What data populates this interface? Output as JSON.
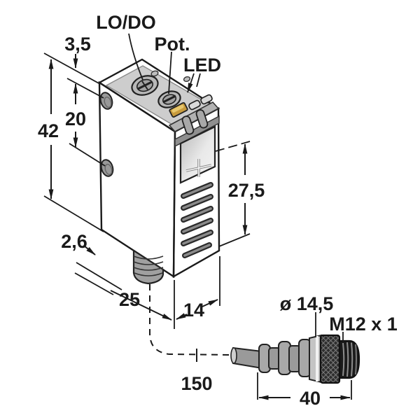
{
  "labels": {
    "output_mode": "LO/DO",
    "potentiometer": "Pot.",
    "led": "LED"
  },
  "dimensions": {
    "housing_height": "42",
    "hole_spacing": "20",
    "hole_offset": "3,5",
    "base_offset": "2,6",
    "housing_depth": "25",
    "housing_width": "14",
    "optical_axis_height": "27,5",
    "cable_length": "150",
    "connector_length": "40",
    "connector_diameter": "ø 14,5",
    "connector_thread": "M12 x 1"
  },
  "colors": {
    "outline": "#1a1a1a",
    "body_left_face": "#a8a8a8",
    "body_right_face": "#9c9c9c",
    "body_top_face": "#c6c6c6",
    "top_panel": "#cdcdcd",
    "chamfer": "#b2b2b2",
    "collar_band": "#8f8f8f",
    "led_amber": "#c79a3c",
    "led_amber_light": "#e7c76d",
    "window_light": "#efefef",
    "window_dark": "#b5b5b5",
    "knurl_dark": "#2d2d2d",
    "thread_dark": "#1b1b1b",
    "metal_gray": "#a8a8a8",
    "cable_gray": "#9a9a9a"
  }
}
